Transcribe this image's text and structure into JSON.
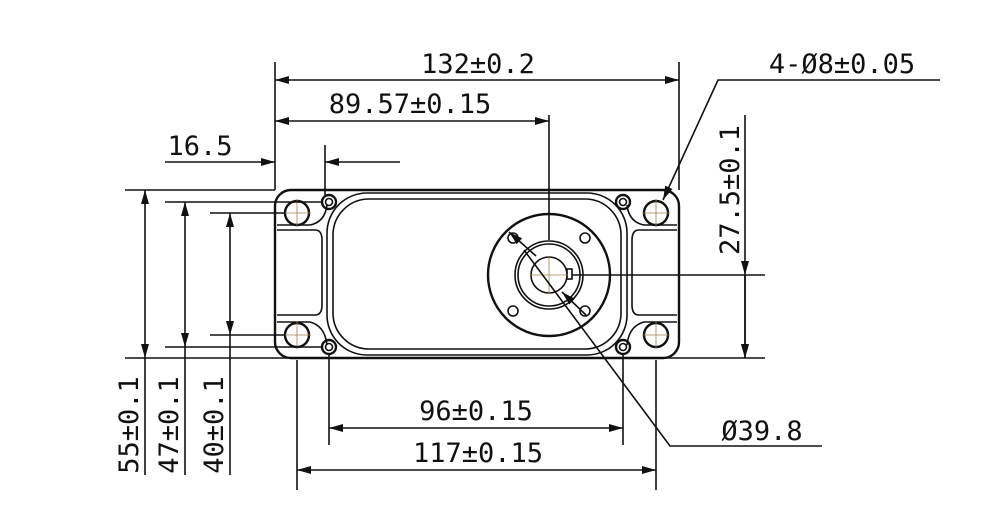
{
  "drawing": {
    "dimensions": {
      "overall_length": "132±0.2",
      "shaft_offset": "89.57±0.15",
      "ear_width": "16.5",
      "mounting_holes": "4-Ø8±0.05",
      "shaft_height": "27.5±0.1",
      "overall_width": "55±0.1",
      "screw_spacing_vertical": "47±0.1",
      "hole_spacing_vertical": "40±0.1",
      "screw_spacing_horizontal": "96±0.15",
      "hole_spacing_horizontal": "117±0.15",
      "horn_diameter": "Ø39.8"
    }
  }
}
